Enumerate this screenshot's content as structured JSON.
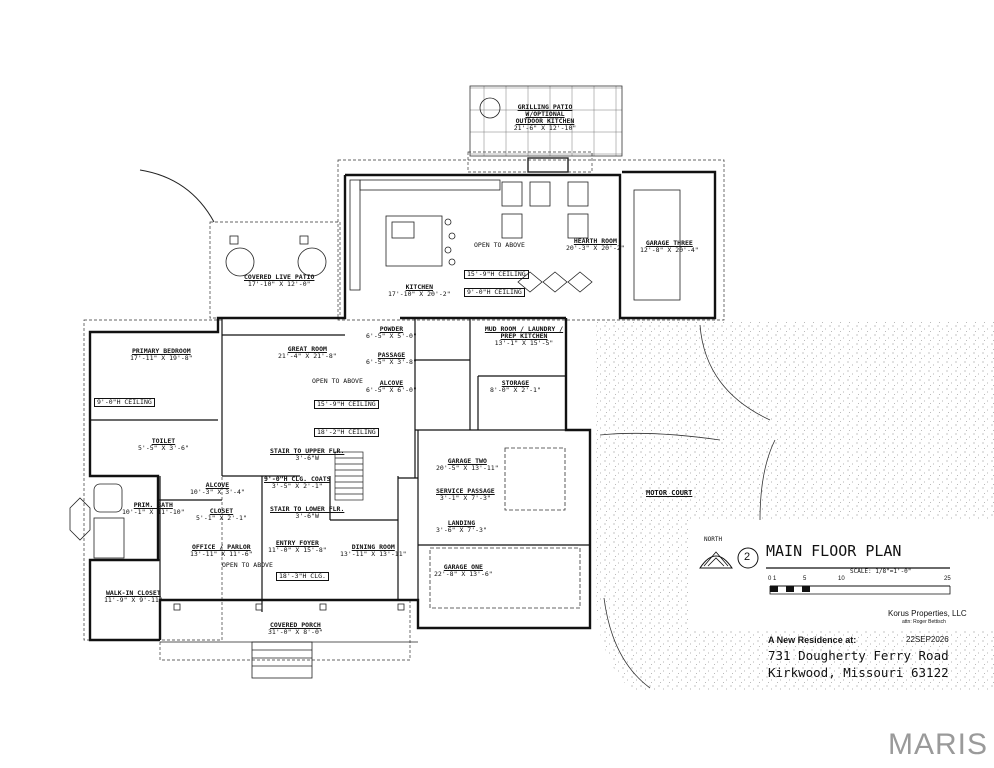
{
  "rooms": {
    "grilling_patio": {
      "name": "GRILLING PATIO w/OPTIONAL OUTDOOR KITCHEN",
      "dims": "21'-6\" x 12'-10\""
    },
    "covered_patio": {
      "name": "COVERED LIVE PATIO",
      "dims": "17'-10\" x 12'-0\""
    },
    "kitchen": {
      "name": "KITCHEN",
      "dims": "17'-10\" x 20'-2\""
    },
    "open_above_kitchen": {
      "name": "OPEN TO ABOVE"
    },
    "hearth_room": {
      "name": "HEARTH ROOM",
      "dims": "20'-3\" x 20'-2\""
    },
    "garage_three": {
      "name": "GARAGE THREE",
      "dims": "12'-8\" x 20'-4\""
    },
    "ceiling_15": {
      "name": "15'-9\"h CEILING"
    },
    "ceiling_9": {
      "name": "9'-0\"h CEILING"
    },
    "powder": {
      "name": "POWDER",
      "dims": "6'-5\" x 5'-0\""
    },
    "passage": {
      "name": "PASSAGE",
      "dims": "6'-5\" x 3'-8\""
    },
    "alcove_mid": {
      "name": "ALCOVE",
      "dims": "6'-5\" x 6'-0\""
    },
    "mud_room": {
      "name": "MUD ROOM / LAUNDRY / PREP KITCHEN",
      "dims": "13'-1\" x 15'-5\""
    },
    "storage": {
      "name": "STORAGE",
      "dims": "8'-0\" x 2'-1\""
    },
    "great_room": {
      "name": "GREAT ROOM",
      "dims": "21'-4\" x 21'-8\""
    },
    "open_above_great": {
      "name": "OPEN TO ABOVE"
    },
    "ceiling_great": {
      "name": "15'-9\"h CEILING"
    },
    "ceiling_18": {
      "name": "18'-2\"h CEILING"
    },
    "primary_bedroom": {
      "name": "PRIMARY BEDROOM",
      "dims": "17'-11\" x 19'-8\""
    },
    "ceiling_bed": {
      "name": "9'-0\"h CEILING"
    },
    "toilet": {
      "name": "TOILET",
      "dims": "5'-5\" x 3'-6\""
    },
    "alcove_left": {
      "name": "ALCOVE",
      "dims": "10'-3\" x 3'-4\""
    },
    "prim_bath": {
      "name": "PRIM. BATH",
      "dims": "10'-1\" x 11'-10\""
    },
    "closet": {
      "name": "CLOSET",
      "dims": "5'-1\" x 2'-1\""
    },
    "walk_in": {
      "name": "WALK-IN CLOSET",
      "dims": "11'-9\" x 9'-11\""
    },
    "office": {
      "name": "OFFICE / PARLOR",
      "dims": "13'-11\" x 11'-6\""
    },
    "open_above_office": {
      "name": "OPEN TO ABOVE"
    },
    "stair_upper": {
      "name": "STAIR TO UPPER FLR.",
      "dims": "3'-6\"w"
    },
    "coats": {
      "name": "9'-0\"h CLG. COATS",
      "dims": "3'-5\" x 2'-1\""
    },
    "stair_lower": {
      "name": "STAIR TO LOWER FLR.",
      "dims": "3'-6\"w"
    },
    "entry_foyer": {
      "name": "ENTRY FOYER",
      "dims": "11'-0\" x 15'-8\""
    },
    "entry_clg": {
      "name": "18'-3\"h CLG."
    },
    "dining_room": {
      "name": "DINING ROOM",
      "dims": "13'-11\" x 13'-11\""
    },
    "garage_two": {
      "name": "GARAGE TWO",
      "dims": "20'-5\" x 13'-11\""
    },
    "service_passage": {
      "name": "SERVICE PASSAGE",
      "dims": "3'-1\" x 7'-3\""
    },
    "landing": {
      "name": "LANDING",
      "dims": "3'-6\" x 7'-3\""
    },
    "garage_one": {
      "name": "GARAGE ONE",
      "dims": "22'-8\" x 13'-6\""
    },
    "covered_porch": {
      "name": "COVERED PORCH",
      "dims": "31'-0\" x 8'-0\""
    },
    "motor_court": {
      "name": "MOTOR COURT"
    }
  },
  "title_block": {
    "north_label": "NORTH",
    "sheet_number": "2",
    "title": "MAIN FLOOR PLAN",
    "scale": "SCALE: 1/8\"=1'-0\"",
    "scale_ticks": [
      "0 1",
      "5",
      "10",
      "25"
    ],
    "company": "Korus Properties, LLC",
    "attn": "attn: Roger Bettisch",
    "residence": "A New Residence at:",
    "date": "22SEP2026",
    "address1": "731 Dougherty Ferry Road",
    "address2": "Kirkwood, Missouri 63122"
  },
  "watermark": "MARIS",
  "colors": {
    "line": "#111111",
    "hatch": "#555555",
    "dot": "#9a9a9a",
    "watermark": "#9a9a9a"
  }
}
